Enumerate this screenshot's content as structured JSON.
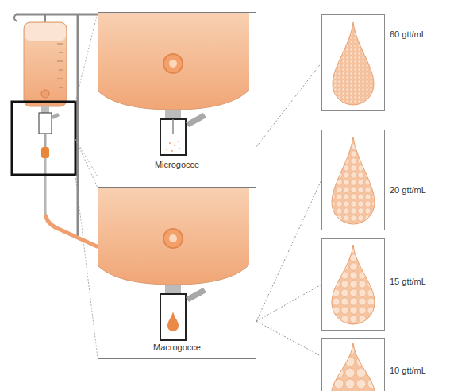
{
  "diagram": {
    "nodes": [
      {
        "text": [
          "Microgocce"
        ]
      },
      {
        "text": [
          "Macrogocce"
        ]
      },
      {
        "text": [
          "60 gtt/mL"
        ]
      },
      {
        "text": [
          "20 gtt/mL"
        ]
      },
      {
        "text": [
          "15 gtt/mL"
        ]
      },
      {
        "text": [
          "10 gtt/mL"
        ]
      }
    ],
    "edges": [
      {
        "from": 0,
        "to": 2,
        "arrow": "none"
      },
      {
        "from": 1,
        "to": 3,
        "arrow": "none"
      },
      {
        "from": 1,
        "to": 4,
        "arrow": "none"
      },
      {
        "from": 1,
        "to": 5,
        "arrow": "none"
      }
    ]
  }
}
